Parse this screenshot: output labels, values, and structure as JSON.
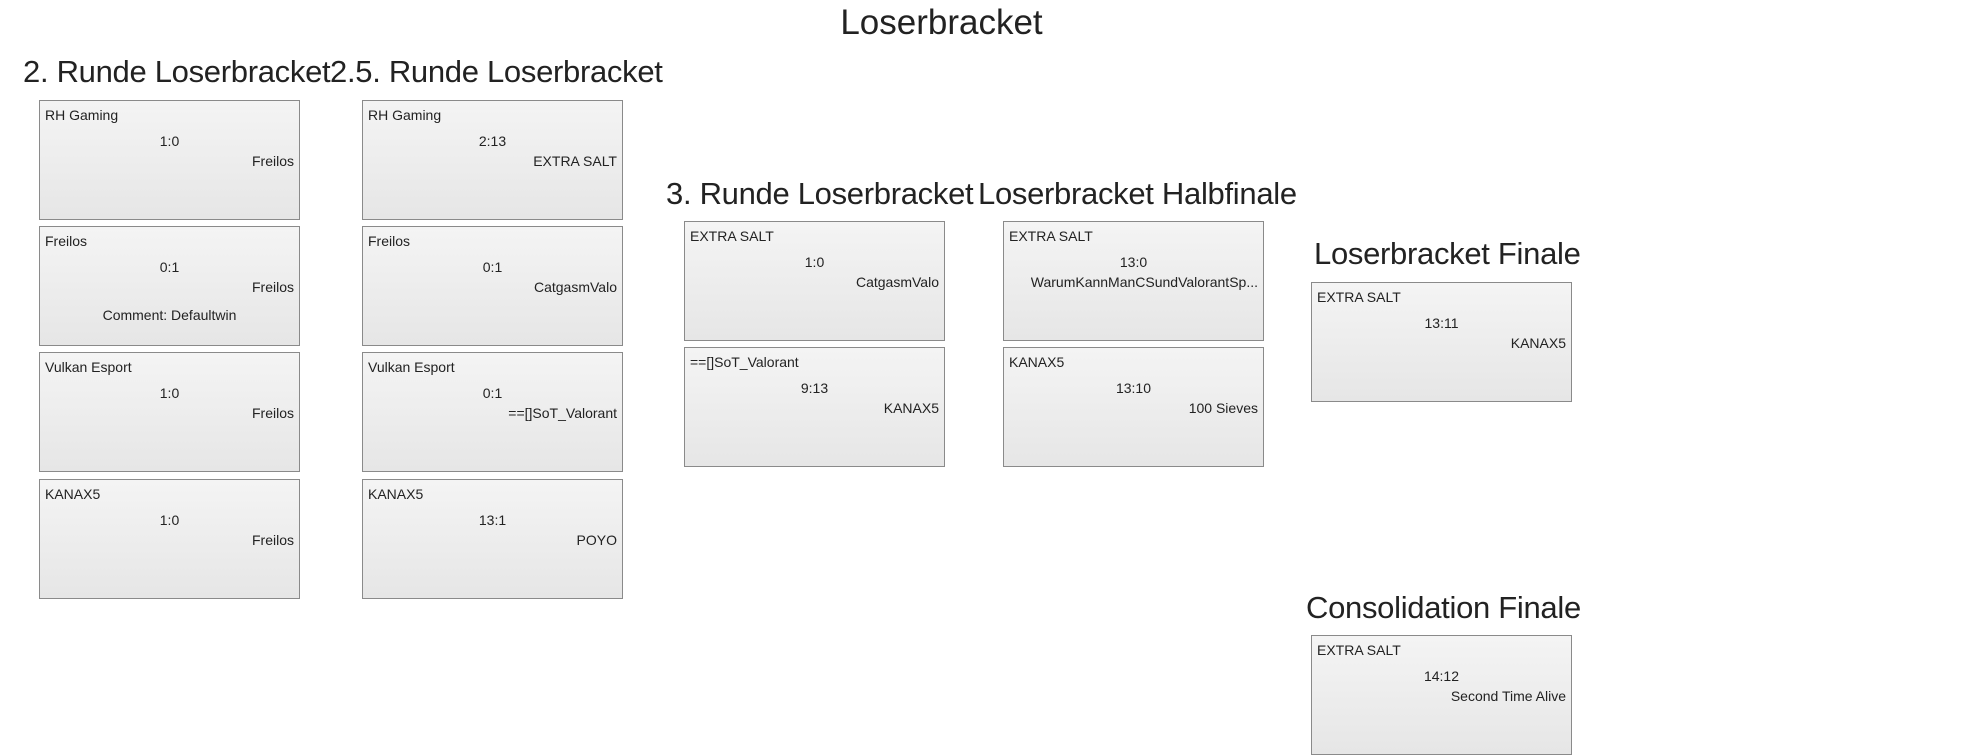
{
  "title": "Loserbracket",
  "rounds": [
    {
      "heading": "2. Runde Loserbracket",
      "matches": [
        {
          "team1": "RH Gaming",
          "score": "1:0",
          "team2": "Freilos"
        },
        {
          "team1": "Freilos",
          "score": "0:1",
          "team2": "Freilos",
          "comment": "Comment: Defaultwin"
        },
        {
          "team1": "Vulkan Esport",
          "score": "1:0",
          "team2": "Freilos"
        },
        {
          "team1": "KANAX5",
          "score": "1:0",
          "team2": "Freilos"
        }
      ]
    },
    {
      "heading": "2.5. Runde Loserbracket",
      "matches": [
        {
          "team1": "RH Gaming",
          "score": "2:13",
          "team2": "EXTRA SALT"
        },
        {
          "team1": "Freilos",
          "score": "0:1",
          "team2": "CatgasmValo"
        },
        {
          "team1": "Vulkan Esport",
          "score": "0:1",
          "team2": "==[]SoT_Valorant"
        },
        {
          "team1": "KANAX5",
          "score": "13:1",
          "team2": "POYO"
        }
      ]
    },
    {
      "heading": "3. Runde Loserbracket",
      "matches": [
        {
          "team1": "EXTRA SALT",
          "score": "1:0",
          "team2": "CatgasmValo"
        },
        {
          "team1": "==[]SoT_Valorant",
          "score": "9:13",
          "team2": "KANAX5"
        }
      ]
    },
    {
      "heading": "Loserbracket Halbfinale",
      "matches": [
        {
          "team1": "EXTRA SALT",
          "score": "13:0",
          "team2": "WarumKannManCSundValorantSp..."
        },
        {
          "team1": "KANAX5",
          "score": "13:10",
          "team2": "100 Sieves"
        }
      ]
    },
    {
      "heading": "Loserbracket Finale",
      "matches": [
        {
          "team1": "EXTRA SALT",
          "score": "13:11",
          "team2": "KANAX5"
        }
      ]
    },
    {
      "heading": "Consolidation Finale",
      "matches": [
        {
          "team1": "EXTRA SALT",
          "score": "14:12",
          "team2": "Second Time Alive"
        }
      ]
    }
  ]
}
